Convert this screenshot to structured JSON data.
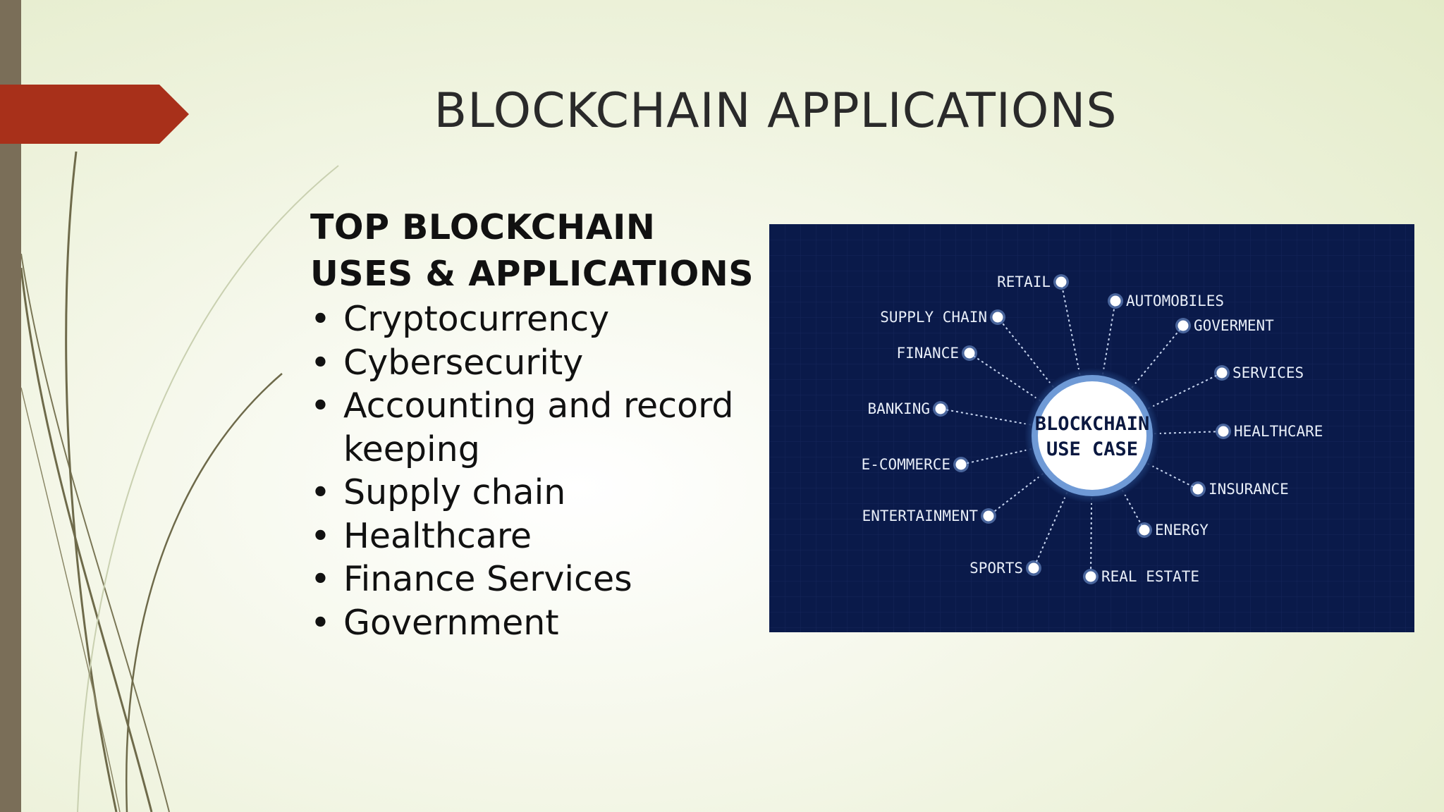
{
  "slide": {
    "title": "BLOCKCHAIN APPLICATIONS",
    "heading_line1": "TOP BLOCKCHAIN",
    "heading_line2": "USES & APPLICATIONS",
    "bullets": [
      "Cryptocurrency",
      "Cybersecurity",
      "Accounting and record",
      "keeping",
      "Supply chain",
      "Healthcare",
      "Finance Services",
      "Government"
    ],
    "bullet_glyph": "•",
    "accent_color": "#a8301a",
    "sidebar_color": "#7a6e58"
  },
  "diagram": {
    "center_line1": "BLOCKCHAIN",
    "center_line2": "USE CASE",
    "background_color": "#0a1a4a",
    "nodes": [
      "RETAIL",
      "AUTOMOBILES",
      "GOVERMENT",
      "SERVICES",
      "HEALTHCARE",
      "INSURANCE",
      "ENERGY",
      "REAL ESTATE",
      "SPORTS",
      "ENTERTAINMENT",
      "E-COMMERCE",
      "BANKING",
      "FINANCE",
      "SUPPLY CHAIN"
    ]
  }
}
